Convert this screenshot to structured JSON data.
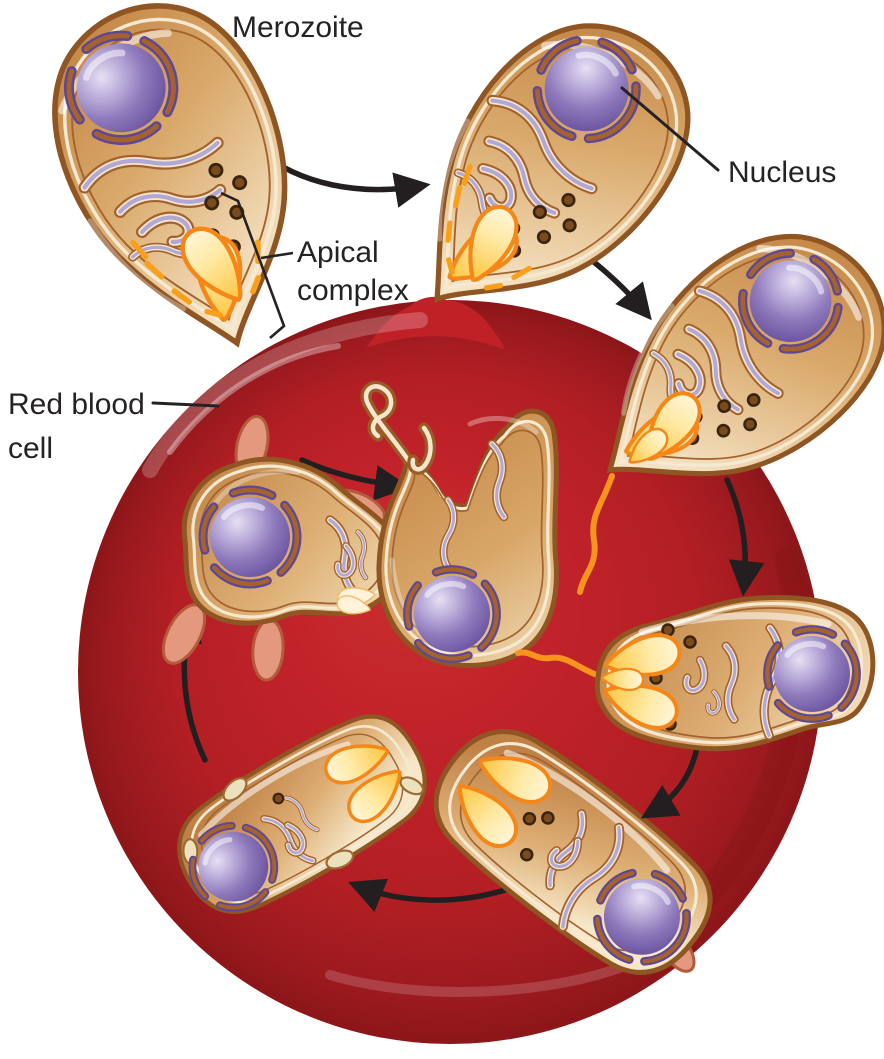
{
  "labels": {
    "merozoite": "Merozoite",
    "nucleus": "Nucleus",
    "apical_complex_line1": "Apical",
    "apical_complex_line2": "complex",
    "red_blood_cell_line1": "Red blood",
    "red_blood_cell_line2": "cell"
  },
  "colors": {
    "red_blood_cell": "#C22127",
    "red_blood_cell_edge": "#8C1619",
    "parasite_body_dark": "#C1834A",
    "parasite_body_light": "#F6E9D2",
    "membrane_outline": "#8F5523",
    "nucleus_fill": "#8F7ABC",
    "nucleus_ring": "#5E4796",
    "er_ribbon": "#B1A8D6",
    "apical_petal": "#FFE9A4",
    "apical_outline": "#F58718",
    "granule": "#7A4C1B",
    "protrusion_pink": "#E4997F",
    "arrow": "#231F20",
    "label_text": "#262223"
  }
}
